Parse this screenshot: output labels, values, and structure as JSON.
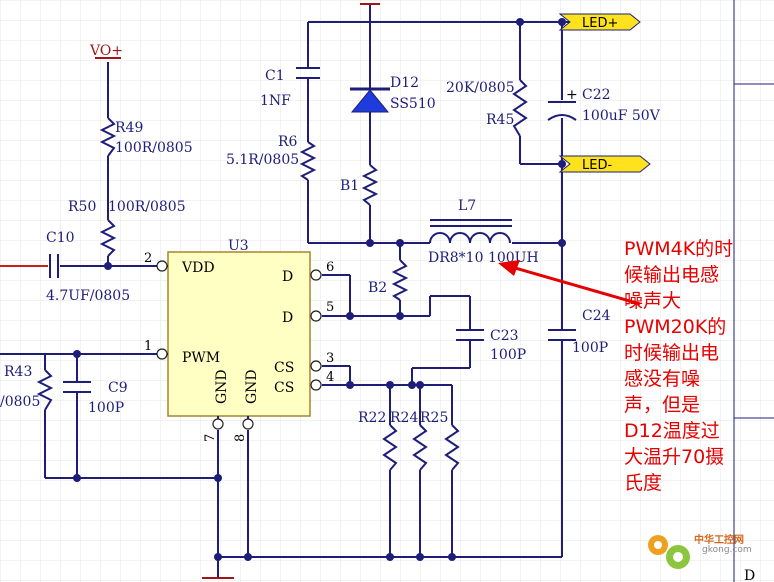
{
  "ports": {
    "led_plus": "LED+",
    "led_minus": "LED-",
    "vo_plus": "VO+"
  },
  "chip": {
    "ref": "U3",
    "pins": {
      "vdd": "VDD",
      "d1": "D",
      "d2": "D",
      "pwm": "PWM",
      "cs1": "CS",
      "cs2": "CS",
      "gnd1": "GND",
      "gnd2": "GND"
    },
    "pin_numbers": {
      "vdd": "2",
      "d1": "6",
      "d2": "5",
      "pwm": "1",
      "cs1": "3",
      "cs2": "4",
      "gnd1": "7",
      "gnd2": "8"
    }
  },
  "components": {
    "c1": {
      "ref": "C1",
      "value": "1NF"
    },
    "d12": {
      "ref": "D12",
      "value": "SS510"
    },
    "r6": {
      "ref": "R6",
      "value": "5.1R/0805"
    },
    "b1": {
      "ref": "B1"
    },
    "b2": {
      "ref": "B2"
    },
    "r45": {
      "ref": "R45",
      "value": "20K/0805"
    },
    "c22": {
      "ref": "C22",
      "value": "100uF 50V",
      "polarity": "+"
    },
    "l7": {
      "ref": "L7",
      "value": "DR8*10 100UH"
    },
    "r49": {
      "ref": "R49",
      "value": "100R/0805"
    },
    "r50": {
      "ref": "R50",
      "value": "100R/0805"
    },
    "c10": {
      "ref": "C10",
      "value": "4.7UF/0805"
    },
    "c23": {
      "ref": "C23",
      "value": "100P"
    },
    "c24": {
      "ref": "C24",
      "value": "100P"
    },
    "r43": {
      "ref": "R43",
      "value": "/0805"
    },
    "c9": {
      "ref": "C9",
      "value": "100P"
    },
    "r22": {
      "ref": "R22"
    },
    "r24": {
      "ref": "R24"
    },
    "r25": {
      "ref": "R25"
    }
  },
  "annotation": {
    "lines": [
      "PWM4K的时",
      "候输出电感",
      "噪声大",
      "PWM20K的",
      "时候输出电",
      "感没有噪",
      "声，但是",
      "D12温度过",
      "大温升70摄",
      "氏度"
    ],
    "color": "#e60000"
  },
  "watermark": {
    "text": "中华工控网",
    "url": "gkong.com"
  },
  "colors": {
    "wire": "#1e1e78",
    "chip_fill": "#ffffc4",
    "port_fill": "#ffe21e",
    "diode_fill": "#1e3cdc",
    "vo": "#a01616"
  },
  "corner_label": "D"
}
